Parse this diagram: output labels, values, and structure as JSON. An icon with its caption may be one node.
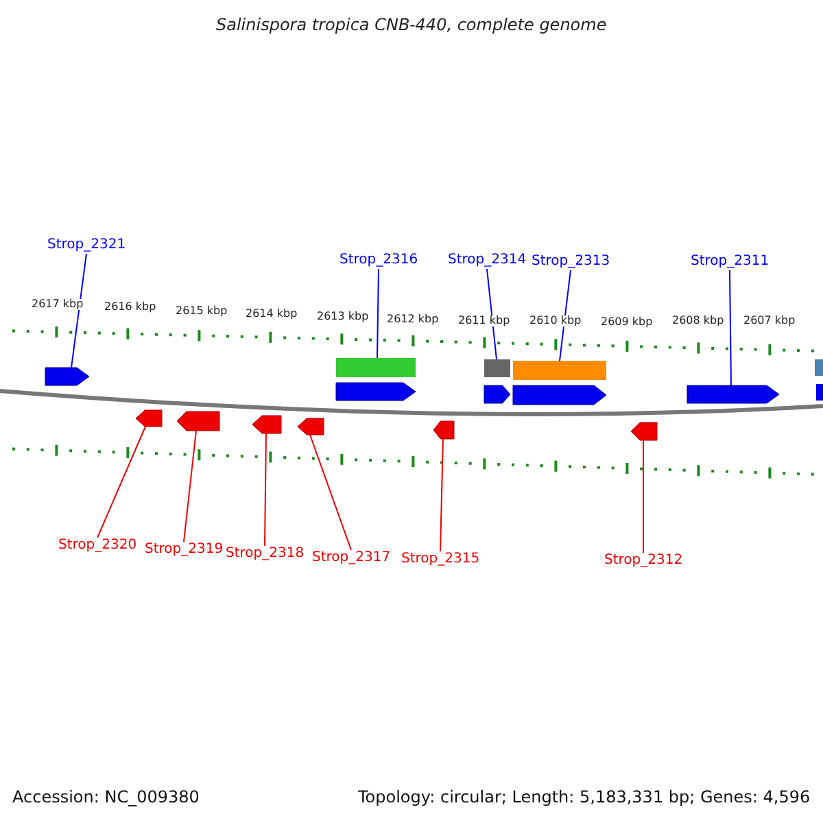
{
  "diagram": {
    "title": "Salinispora tropica CNB-440, complete genome",
    "nodes": [
      {
        "text": [
          "Strop_2321"
        ]
      },
      {
        "text": [
          "Strop_2316"
        ]
      },
      {
        "text": [
          "Strop_2314"
        ]
      },
      {
        "text": [
          "Strop_2313"
        ]
      },
      {
        "text": [
          "Strop_2311"
        ]
      },
      {
        "text": [
          "Strop_2320"
        ]
      },
      {
        "text": [
          "Strop_2319"
        ]
      },
      {
        "text": [
          "Strop_2318"
        ]
      },
      {
        "text": [
          "Strop_2317"
        ]
      },
      {
        "text": [
          "Strop_2315"
        ]
      },
      {
        "text": [
          "Strop_2312"
        ]
      },
      {
        "text": [],
        "shape": "pentagon"
      },
      {
        "text": [],
        "shape": "bar"
      },
      {
        "text": [],
        "shape": "bar"
      },
      {
        "text": [],
        "shape": "bar"
      },
      {
        "text": [],
        "shape": "pentagon"
      },
      {
        "text": [],
        "shape": "pentagon"
      },
      {
        "text": [],
        "shape": "pentagon"
      },
      {
        "text": [],
        "shape": "pentagon"
      },
      {
        "text": [],
        "shape": "pentagon"
      },
      {
        "text": [],
        "shape": "pentagon"
      },
      {
        "text": [],
        "shape": "pentagon"
      },
      {
        "text": [],
        "shape": "pentagon"
      },
      {
        "text": [],
        "shape": "pentagon"
      },
      {
        "text": [],
        "shape": "pentagon"
      },
      {
        "text": [],
        "shape": "bar"
      },
      {
        "text": [],
        "shape": "bar"
      }
    ],
    "edges": [
      {
        "from": 0,
        "to": 11,
        "arrow": "none",
        "color": "#0000ff"
      },
      {
        "from": 1,
        "to": 12,
        "arrow": "none",
        "color": "#0000ff"
      },
      {
        "from": 2,
        "to": 13,
        "arrow": "none",
        "color": "#0000ff"
      },
      {
        "from": 3,
        "to": 14,
        "arrow": "none",
        "color": "#0000ff"
      },
      {
        "from": 4,
        "to": 15,
        "arrow": "none",
        "color": "#0000ff"
      },
      {
        "from": 5,
        "to": 16,
        "arrow": "none"
      },
      {
        "from": 6,
        "to": 17,
        "arrow": "none"
      },
      {
        "from": 7,
        "to": 18,
        "arrow": "none"
      },
      {
        "from": 8,
        "to": 19,
        "arrow": "none"
      },
      {
        "from": 9,
        "to": 20,
        "arrow": "none"
      },
      {
        "from": 10,
        "to": 21,
        "arrow": "none"
      }
    ],
    "labels": [
      "2617 kbp",
      "2616 kbp",
      "2615 kbp",
      "2614 kbp",
      "2613 kbp",
      "2612 kbp",
      "2611 kbp",
      "2610 kbp",
      "2609 kbp",
      "2608 kbp",
      "2607 kbp",
      "Accession: NC_009380",
      "Topology: circular; Length: 5,183,331 bp; Genes: 4,596"
    ]
  }
}
